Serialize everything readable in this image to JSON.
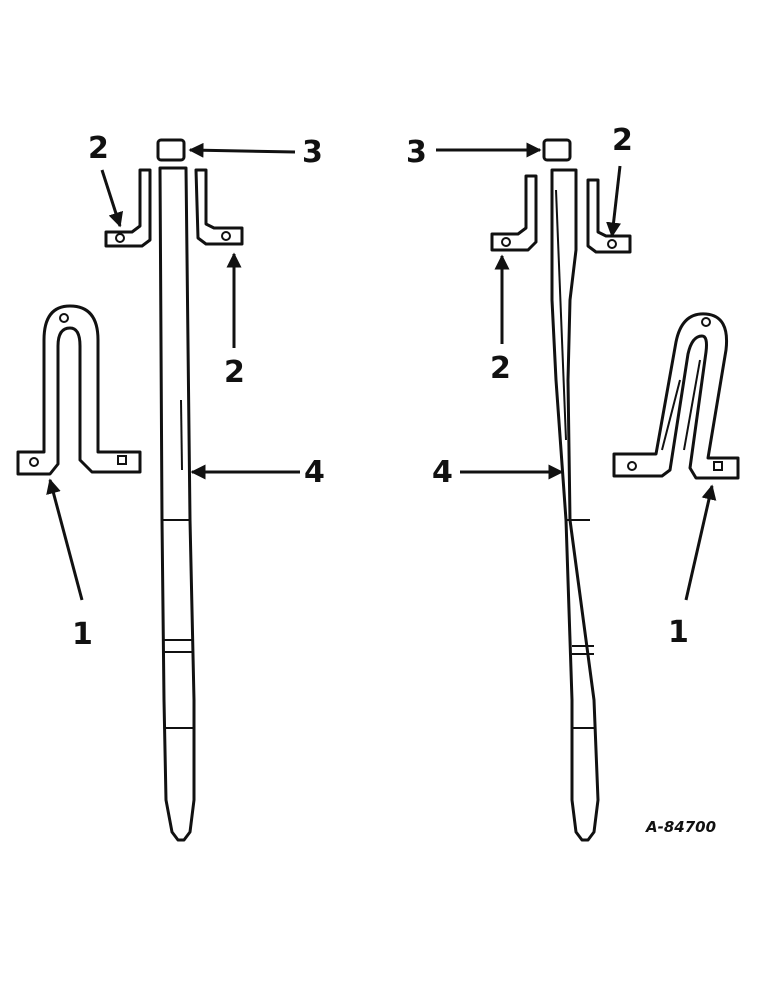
{
  "colors": {
    "ink": "#111111",
    "paper": "#ffffff"
  },
  "callouts": {
    "left": {
      "bracket_top": "2",
      "bracket_lower": "2",
      "cap": "3",
      "tine": "4",
      "clamp": "1"
    },
    "right": {
      "cap": "3",
      "bracket_top": "2",
      "bracket_lower": "2",
      "tine": "4",
      "clamp": "1"
    }
  },
  "drawing_code": "A-84700"
}
